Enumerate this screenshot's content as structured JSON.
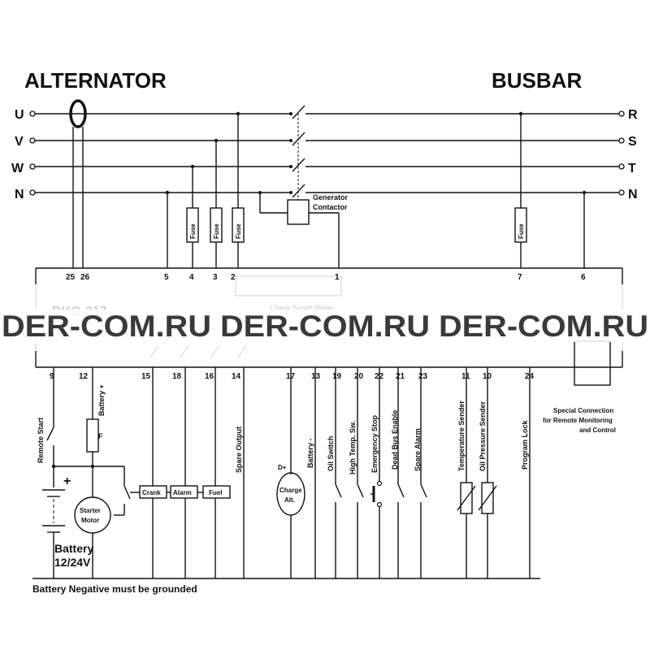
{
  "headers": {
    "alternator": "ALTERNATOR",
    "busbar": "BUSBAR"
  },
  "alternator_phases": [
    "U",
    "V",
    "W",
    "N"
  ],
  "busbar_phases": [
    "R",
    "S",
    "T",
    "N"
  ],
  "fuse_label": "Fuse",
  "generator_contactor": [
    "Generator",
    "Contactor"
  ],
  "controller": {
    "model": "DKG-217",
    "check_synch_relay": "Check Synch Relay",
    "top_terminals": [
      "25",
      "26",
      "5",
      "4",
      "3",
      "2",
      "1",
      "7",
      "6"
    ],
    "bottom_terminals": [
      "9",
      "12",
      "15",
      "18",
      "16",
      "14",
      "17",
      "13",
      "19",
      "20",
      "22",
      "21",
      "23",
      "11",
      "10",
      "24"
    ]
  },
  "watermark": "DER-COM.RU DER-COM.RU DER-COM.RU",
  "io_labels": {
    "remote_start": "Remote Start",
    "battery_plus": "Battery +",
    "fuse_f": "F",
    "spare_output": "Spare Output",
    "d_plus": "D+",
    "charge_alt": [
      "Charge",
      "Alt."
    ],
    "battery_minus": "Battery -",
    "oil_switch": "Oil Switch",
    "high_temp_sw": "High Temp. Sw.",
    "emergency_stop": "Emergency Stop",
    "dead_bus_enable": "Dead Bus Enable",
    "spare_alarm": "Spare Alarm",
    "temperature_sender": "Temperature Sender",
    "oil_pressure_sender": "Oil Pressure Sender",
    "program_lock": "Program Lock",
    "special_connection": [
      "Special Connection",
      "for Remote Monitoring",
      "and Control"
    ],
    "crank": "Crank",
    "alarm": "Alarm",
    "fuel": "Fuel",
    "starter_motor": [
      "Starter",
      "Motor"
    ],
    "plus_sign": "+",
    "battery": [
      "Battery",
      "12/24V"
    ],
    "ground_note": "Battery Negative must be grounded"
  }
}
